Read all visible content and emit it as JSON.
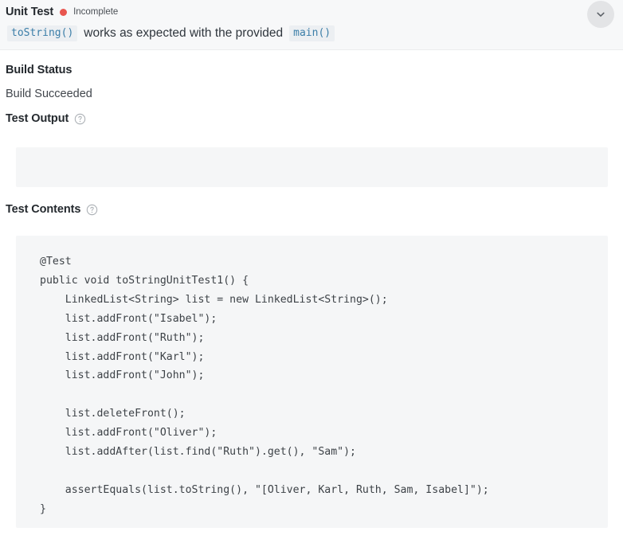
{
  "header": {
    "title": "Unit Test",
    "status_label": "Incomplete",
    "status_dot_color": "#e8564f",
    "subtitle": {
      "code_before": "toString()",
      "text": "works as expected with the provided",
      "code_after": "main()"
    },
    "collapse_icon": "chevron-down-icon"
  },
  "sections": {
    "build_status": {
      "heading": "Build Status",
      "value": "Build Succeeded"
    },
    "test_output": {
      "heading": "Test Output",
      "help_icon": "help-circle-icon",
      "content": ""
    },
    "test_contents": {
      "heading": "Test Contents",
      "help_icon": "help-circle-icon",
      "code": "@Test\npublic void toStringUnitTest1() {\n    LinkedList<String> list = new LinkedList<String>();\n    list.addFront(\"Isabel\");\n    list.addFront(\"Ruth\");\n    list.addFront(\"Karl\");\n    list.addFront(\"John\");\n\n    list.deleteFront();\n    list.addFront(\"Oliver\");\n    list.addAfter(list.find(\"Ruth\").get(), \"Sam\");\n\n    assertEquals(list.toString(), \"[Oliver, Karl, Ruth, Sam, Isabel]\");\n}"
    }
  },
  "colors": {
    "accent_code": "#3b7ea8",
    "panel_bg": "#f5f6f7",
    "header_bg": "#f7f8f9",
    "text_primary": "#24292e",
    "text_secondary": "#41464c"
  }
}
